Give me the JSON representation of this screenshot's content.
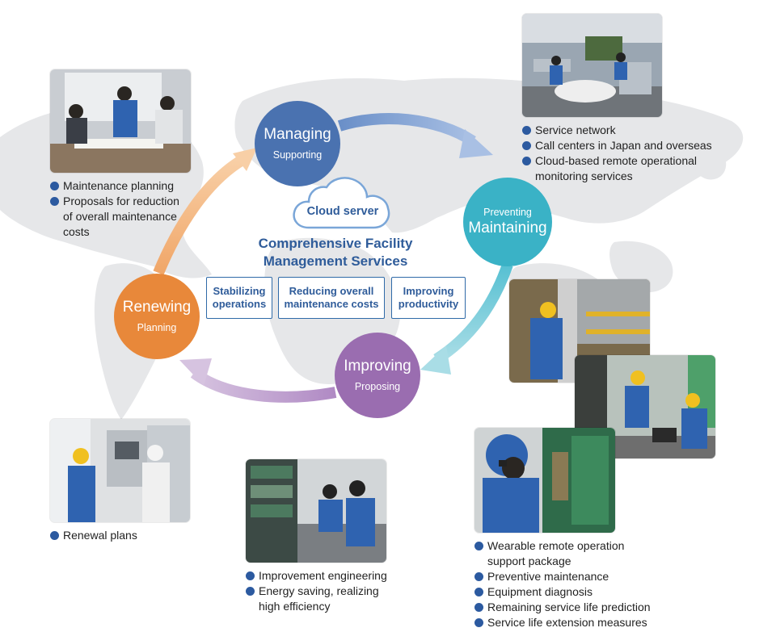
{
  "cycle": {
    "managing": {
      "title": "Managing",
      "subtitle": "Supporting",
      "color": "#4a72b0"
    },
    "maintaining": {
      "top": "Preventing",
      "title": "Maintaining",
      "color": "#3ab2c6"
    },
    "improving": {
      "title": "Improving",
      "subtitle": "Proposing",
      "color": "#9a6db0"
    },
    "renewing": {
      "title": "Renewing",
      "subtitle": "Planning",
      "color": "#e8883a"
    }
  },
  "center": {
    "cloud_label": "Cloud server",
    "title_line1": "Comprehensive Facility",
    "title_line2": "Management Services",
    "boxes": [
      {
        "line1": "Stabilizing",
        "line2": "operations"
      },
      {
        "line1": "Reducing overall",
        "line2": "maintenance costs"
      },
      {
        "line1": "Improving",
        "line2": "productivity"
      }
    ]
  },
  "lists": {
    "managing": [
      "Maintenance planning",
      "Proposals for reduction of overall maintenance costs"
    ],
    "maintaining": [
      "Service network",
      "Call centers in Japan and overseas",
      "Cloud-based remote operational monitoring services"
    ],
    "renewing": [
      "Renewal plans"
    ],
    "improving": [
      "Improvement engineering",
      "Energy saving, realizing high efficiency"
    ],
    "proposing": [
      "Wearable remote operation support package",
      "Preventive maintenance",
      "Equipment diagnosis",
      "Remaining service life prediction",
      "Service life extension measures"
    ]
  },
  "colors": {
    "bullet": "#2c5aa0",
    "text_blue": "#2f5c9a",
    "map": "#e6e7e9"
  }
}
